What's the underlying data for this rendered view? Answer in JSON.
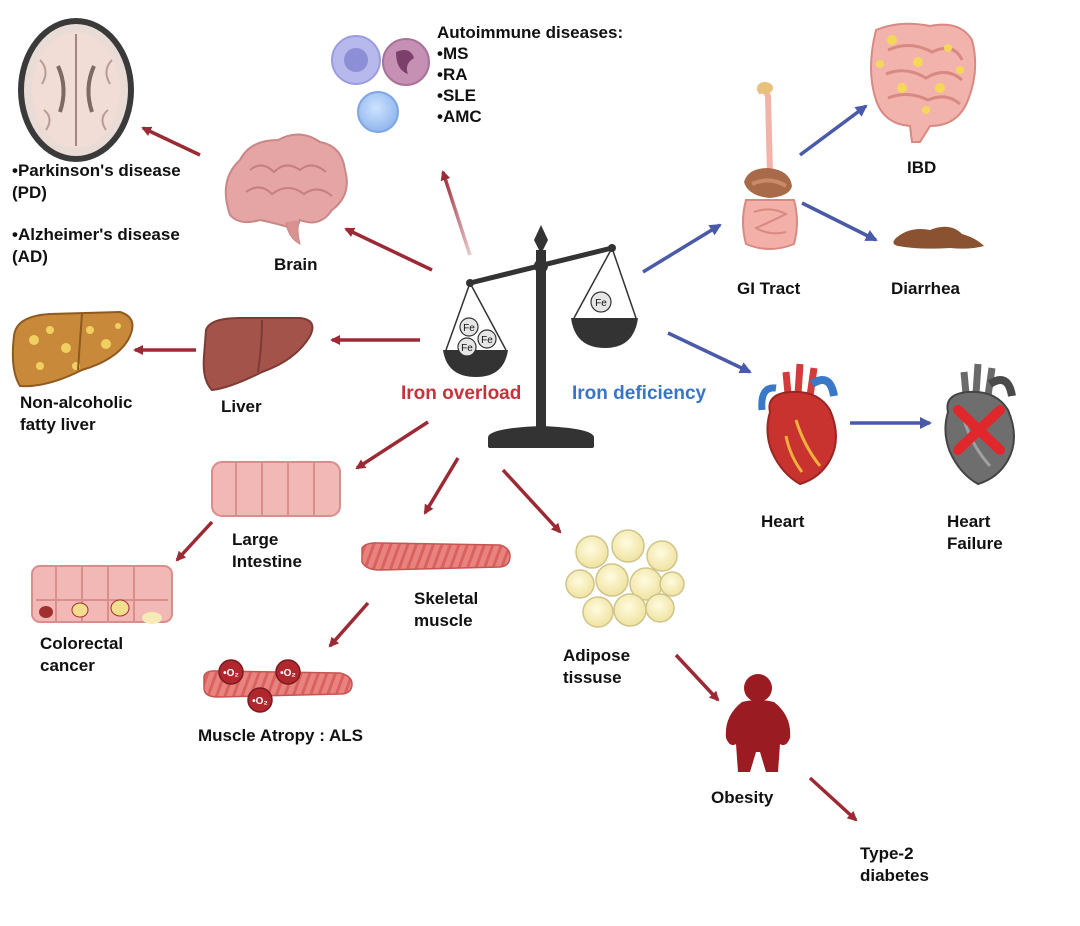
{
  "center": {
    "overload_label": "Iron overload",
    "deficiency_label": "Iron deficiency",
    "fe_symbol": "Fe"
  },
  "labels": {
    "autoimmune_title": "Autoimmune diseases:",
    "autoimmune_items": [
      "•MS",
      "•RA",
      "•SLE",
      "•AMC"
    ],
    "pd_line1": "•Parkinson's disease",
    "pd_line2": "(PD)",
    "ad_line1": "•Alzheimer's disease",
    "ad_line2": "(AD)",
    "brain": "Brain",
    "liver": "Liver",
    "nafld_line1": "Non-alcoholic",
    "nafld_line2": "fatty liver",
    "large_intestine_line1": "Large",
    "large_intestine_line2": "Intestine",
    "colorectal_line1": "Colorectal",
    "colorectal_line2": "cancer",
    "skeletal_line1": "Skeletal",
    "skeletal_line2": "muscle",
    "muscle_atrophy": "Muscle Atropy : ALS",
    "adipose_line1": "Adipose",
    "adipose_line2": "tissuse",
    "obesity": "Obesity",
    "t2d_line1": "Type-2",
    "t2d_line2": "diabetes",
    "gi_tract": "GI Tract",
    "ibd": "IBD",
    "diarrhea": "Diarrhea",
    "heart": "Heart",
    "hf_line1": "Heart",
    "hf_line2": "Failure",
    "superoxide": "•O₂"
  },
  "colors": {
    "overload_arrow": "#9b2a35",
    "deficiency_arrow": "#4a5aa8",
    "overload_text": "#c4343a",
    "deficiency_text": "#3a74c4"
  }
}
